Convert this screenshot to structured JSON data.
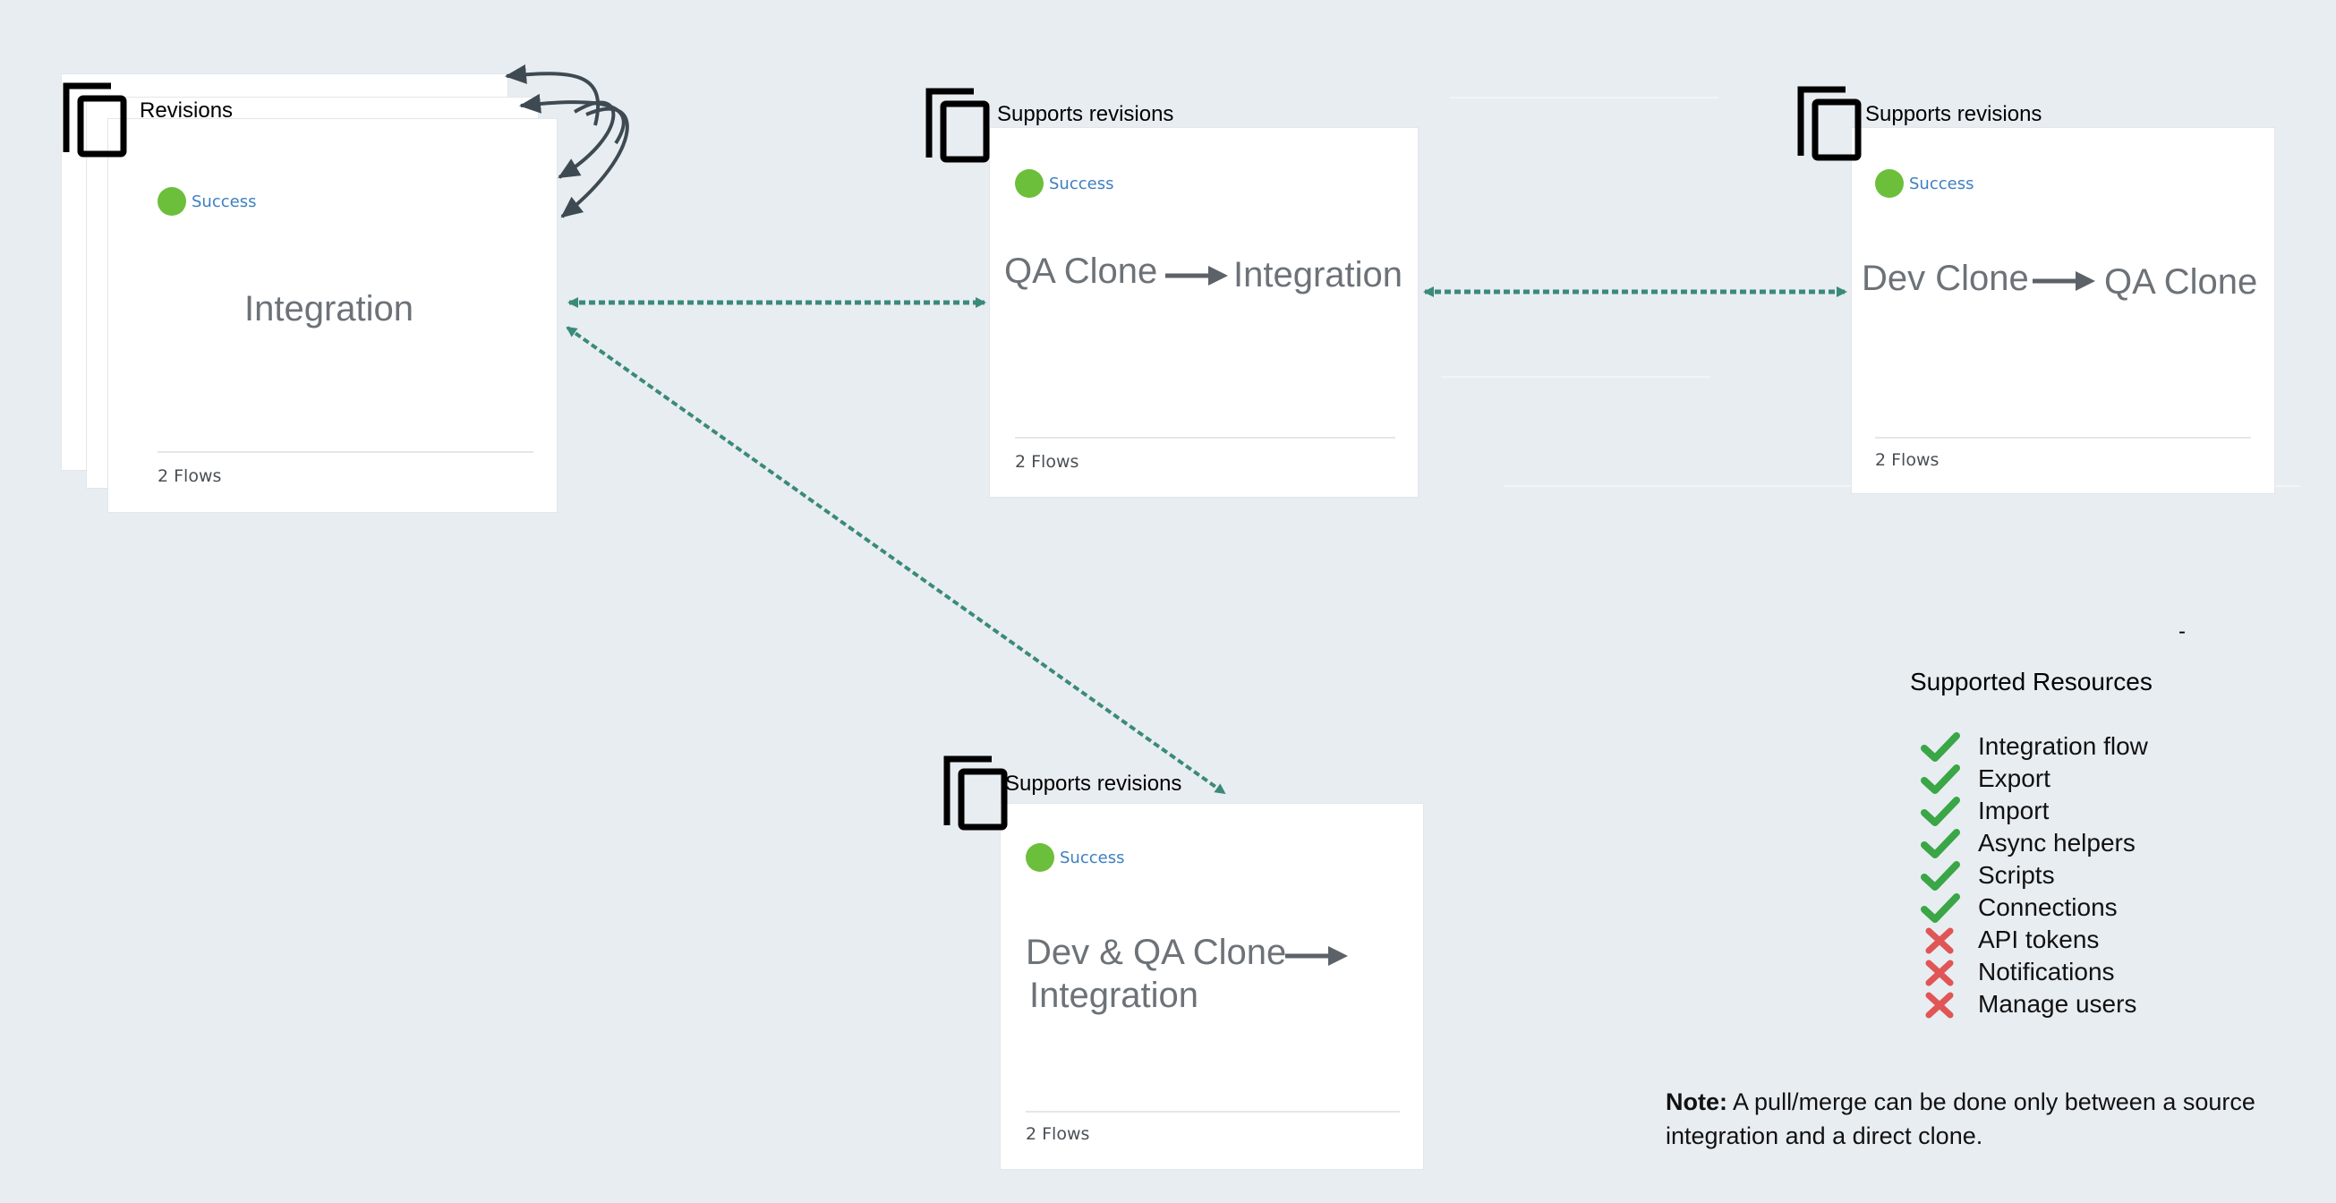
{
  "source": {
    "label": "Revisions",
    "status": "Success",
    "title": "Integration",
    "flows": "2 Flows"
  },
  "qa_clone": {
    "label": "Supports revisions",
    "status": "Success",
    "title_from": "QA Clone",
    "title_to": "Integration",
    "flows": "2 Flows"
  },
  "dev_clone": {
    "label": "Supports revisions",
    "status": "Success",
    "title_from": "Dev Clone",
    "title_to": "QA Clone",
    "flows": "2 Flows"
  },
  "devqa_clone": {
    "label": "Supports revisions",
    "status": "Success",
    "title_line1": "Dev & QA Clone",
    "title_line2": "Integration",
    "flows": "2 Flows"
  },
  "resources": {
    "stray_mark": "-",
    "heading": "Supported Resources",
    "items": [
      {
        "label": "Integration flow",
        "supported": true
      },
      {
        "label": "Export",
        "supported": true
      },
      {
        "label": "Import",
        "supported": true
      },
      {
        "label": "Async helpers",
        "supported": true
      },
      {
        "label": "Scripts",
        "supported": true
      },
      {
        "label": "Connections",
        "supported": true
      },
      {
        "label": "API tokens",
        "supported": false
      },
      {
        "label": "Notifications",
        "supported": false
      },
      {
        "label": "Manage users",
        "supported": false
      }
    ]
  },
  "note": {
    "bold": "Note:",
    "text": " A pull/merge can be done only between a source integration and a direct clone."
  },
  "colors": {
    "background": "#e8edf2",
    "success_dot": "#6cbf3a",
    "status_text": "#3d7fc1",
    "connector": "#3a8a7a",
    "check": "#3aa646",
    "cross": "#e05555"
  }
}
